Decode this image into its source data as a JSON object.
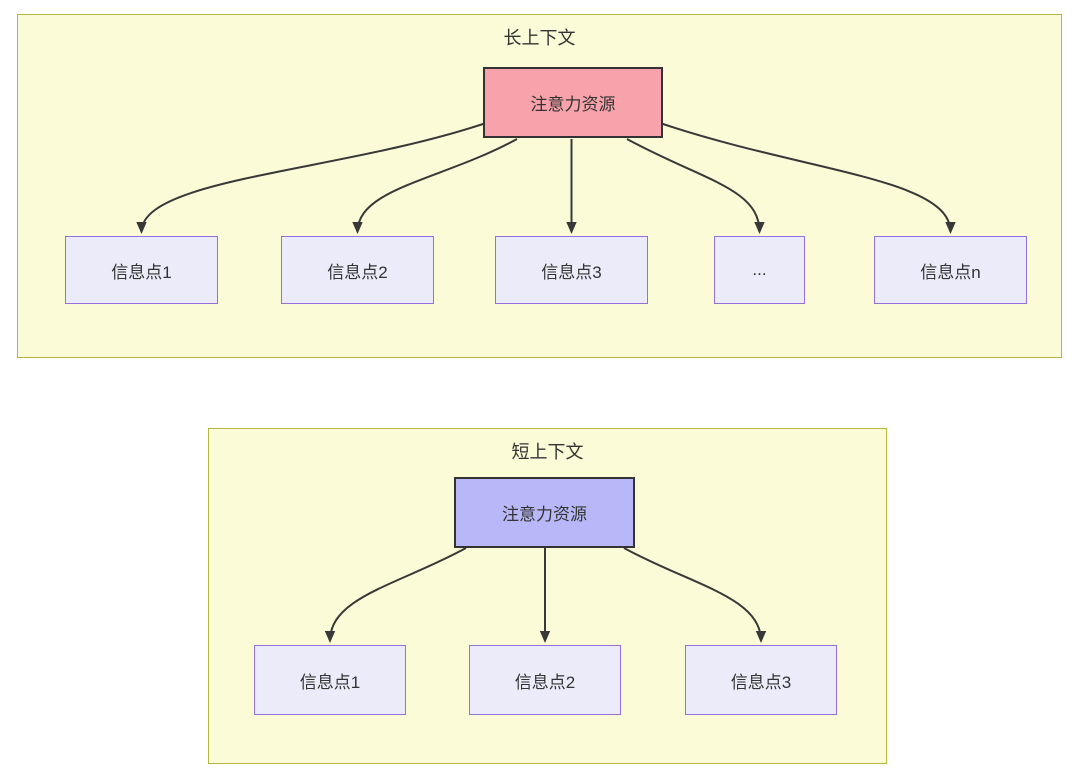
{
  "diagrams": {
    "long_context": {
      "title": "长上下文",
      "source": {
        "label": "注意力资源"
      },
      "targets": [
        {
          "label": "信息点1"
        },
        {
          "label": "信息点2"
        },
        {
          "label": "信息点3"
        },
        {
          "label": "..."
        },
        {
          "label": "信息点n"
        }
      ]
    },
    "short_context": {
      "title": "短上下文",
      "source": {
        "label": "注意力资源"
      },
      "targets": [
        {
          "label": "信息点1"
        },
        {
          "label": "信息点2"
        },
        {
          "label": "信息点3"
        }
      ]
    }
  },
  "colors": {
    "cluster_fill": "#fbfbd8",
    "cluster_border": "#b5b540",
    "long_source_fill": "#f8a3ab",
    "short_source_fill": "#b8b8f8",
    "node_border": "#333333",
    "target_fill": "#ebebfa",
    "target_border": "#9370db",
    "edge": "#383838",
    "text": "#333333"
  }
}
